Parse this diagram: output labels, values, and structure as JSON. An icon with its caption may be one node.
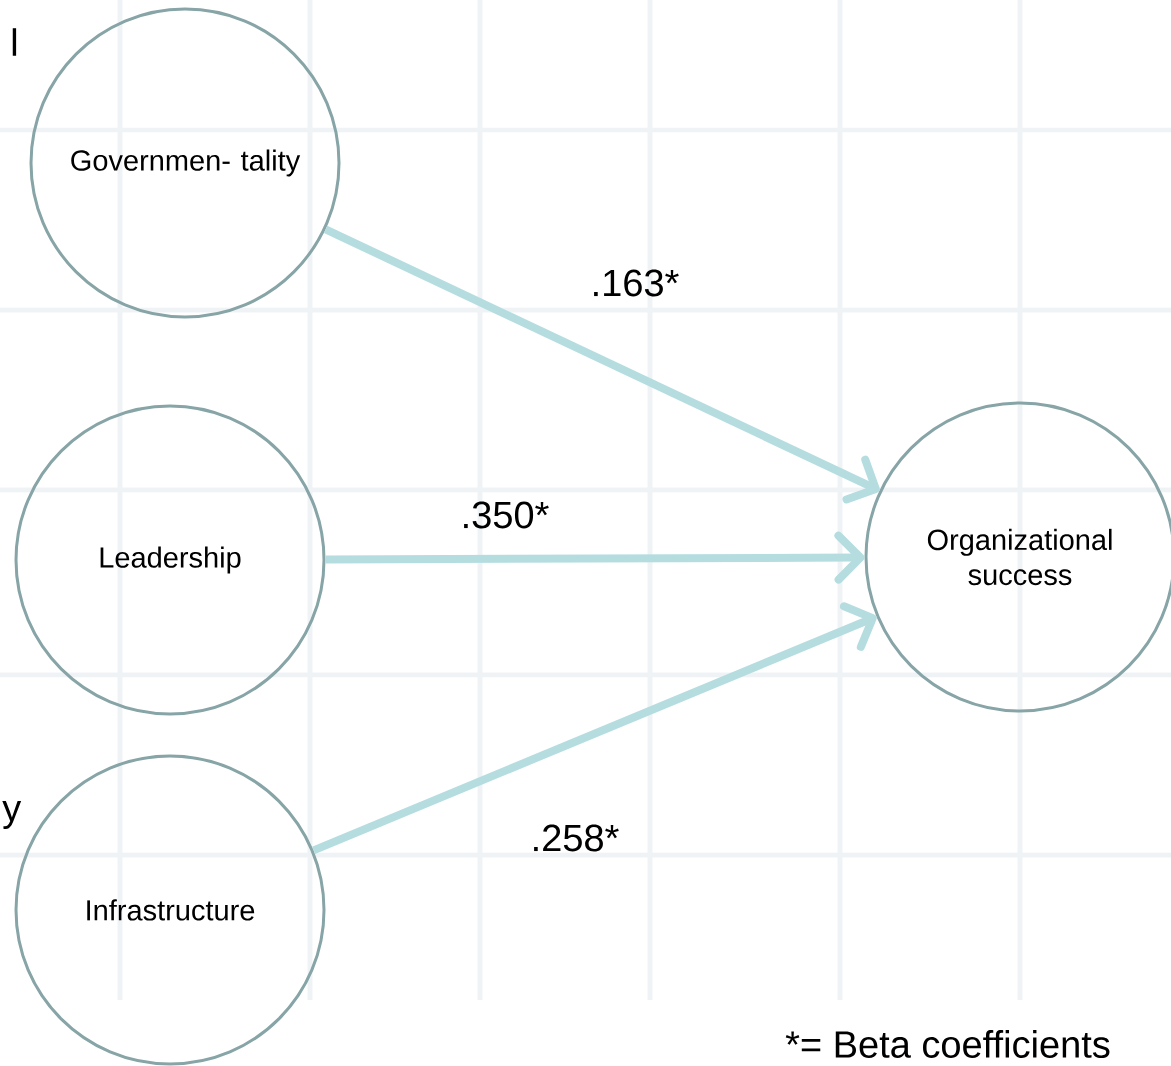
{
  "diagram": {
    "nodes": [
      {
        "text": [
          "Governmen- tality"
        ]
      },
      {
        "text": [
          "Leadership"
        ]
      },
      {
        "text": [
          "Infrastructure"
        ]
      },
      {
        "text": [
          "Organizational success"
        ]
      }
    ],
    "edges": [
      {
        "from": 0,
        "to": 3,
        "arrow": "to",
        "label": ".163*"
      },
      {
        "from": 1,
        "to": 3,
        "arrow": "to",
        "label": ".350*"
      },
      {
        "from": 2,
        "to": 3,
        "arrow": "to",
        "label": ".258*"
      }
    ],
    "labels": [
      "l",
      "y",
      "*= Beta coefficients"
    ]
  }
}
